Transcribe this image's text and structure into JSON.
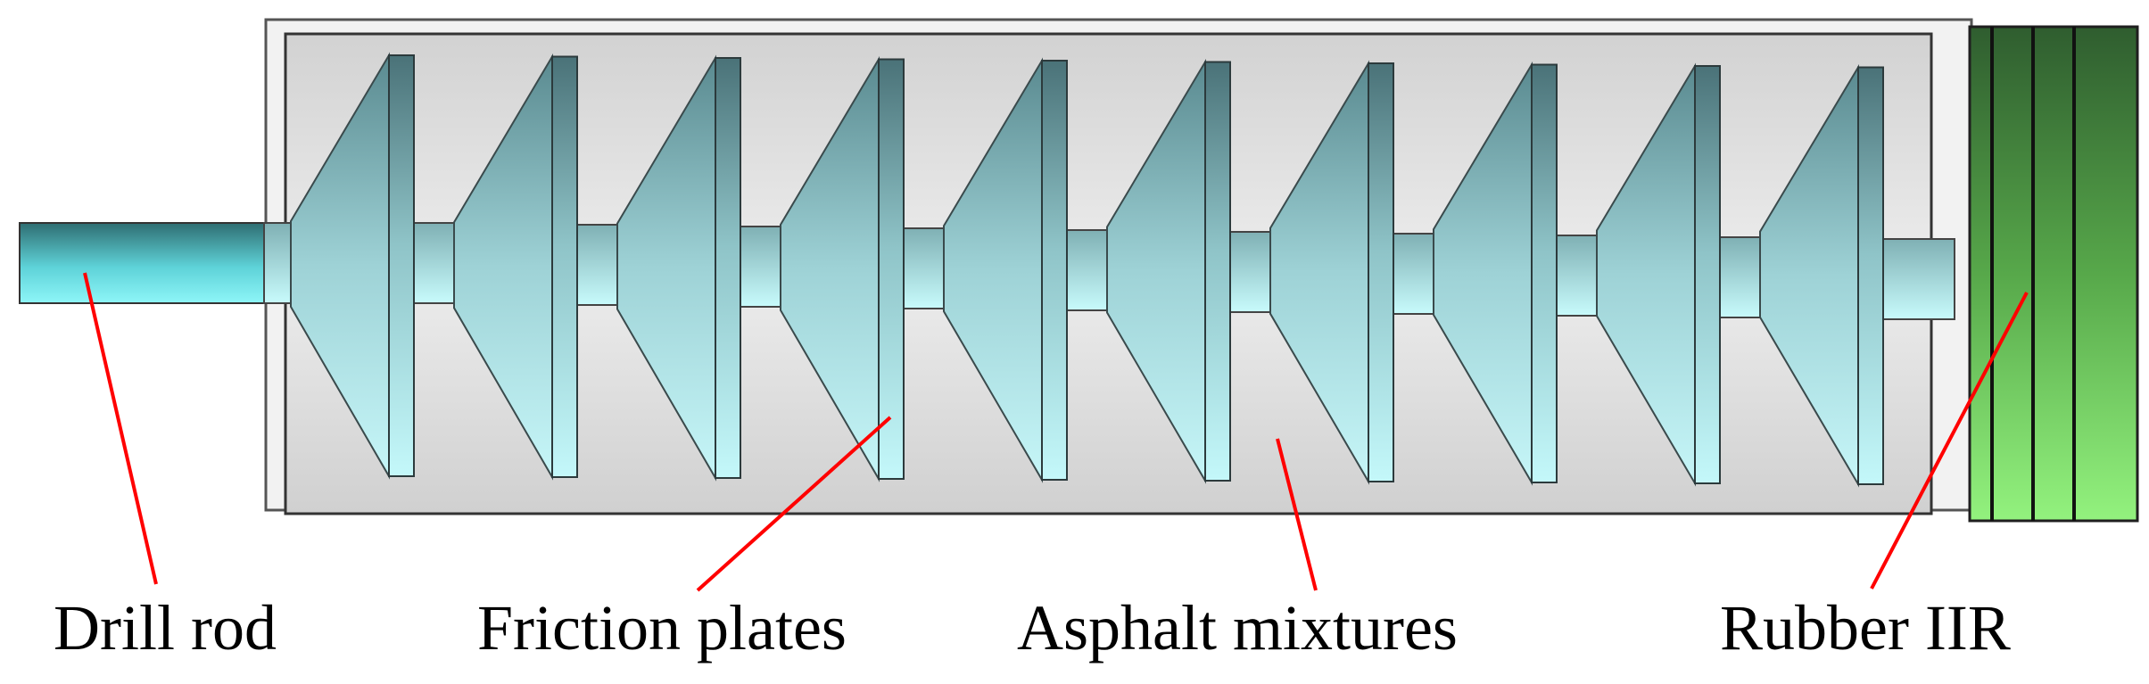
{
  "labels": {
    "drill_rod": "Drill rod",
    "friction_plates": "Friction plates",
    "asphalt_mixtures": "Asphalt mixtures",
    "rubber_iir": "Rubber IIR"
  },
  "components": {
    "friction_plate_count": 10,
    "rubber_layer_count": 4
  },
  "colors": {
    "leader_line": "#ff0000",
    "rod": "#5fd8dc",
    "plate_light": "#b8f4f6",
    "plate_dark": "#4a7278",
    "asphalt_fill": "#dcdcdc",
    "rubber_light": "#8ef07a",
    "rubber_dark": "#2e5a2e"
  }
}
